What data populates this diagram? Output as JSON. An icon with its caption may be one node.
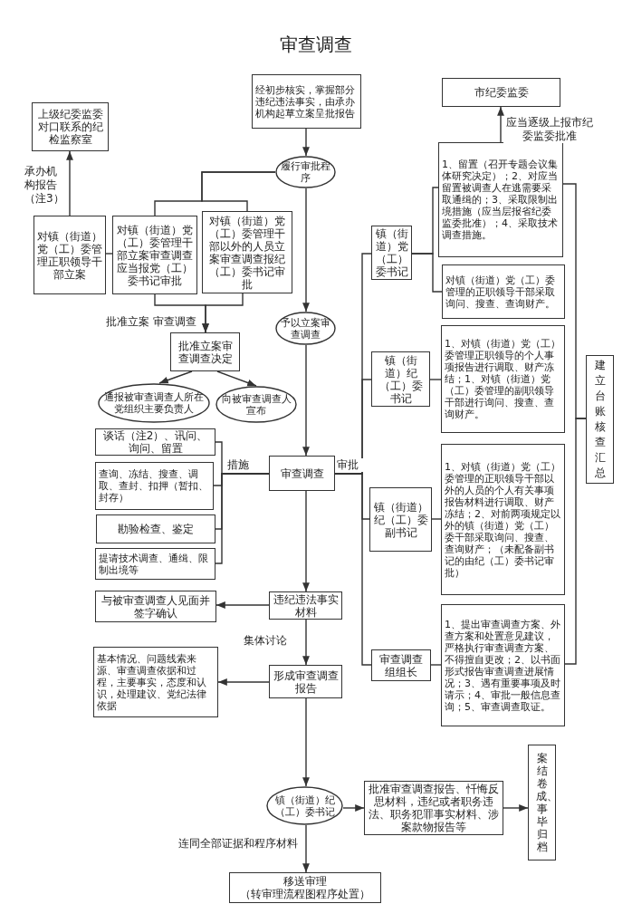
{
  "diagram": {
    "title": "审查调查",
    "nodes": [
      {
        "text": [
          "经初步核实，掌握部分违纪违法事实，由承办机构起草立案呈批报告"
        ]
      },
      {
        "text": [
          "履行审批程序"
        ]
      },
      {
        "text": [
          "上级纪委监委对口联系的纪检监察室"
        ]
      },
      {
        "text": [
          "对镇（街道）党（工）委管理正职领导干部立案"
        ]
      },
      {
        "text": [
          "对镇（街道）党（工）委管理干部立案审查调查应当报党（工）委书记审批"
        ]
      },
      {
        "text": [
          "对镇（街道）党（工）委管理干部以外的人员立案审查调查报纪（工）委书记审批"
        ]
      },
      {
        "text": [
          "批准立案审查调查决定"
        ]
      },
      {
        "text": [
          "予以立案审查调查"
        ]
      },
      {
        "text": [
          "通报被审查调查人所在党组织主要负责人"
        ]
      },
      {
        "text": [
          "向被审查调查人宣布"
        ]
      },
      {
        "text": [
          "谈话（注2）、讯问、询问、留置"
        ]
      },
      {
        "text": [
          "查询、冻结、搜查、调取、查封、扣押（暂扣、封存）"
        ]
      },
      {
        "text": [
          "勘验检查、鉴定"
        ]
      },
      {
        "text": [
          "提请技术调查、通缉、限制出境等"
        ]
      },
      {
        "text": [
          "审查调查"
        ]
      },
      {
        "text": [
          "与被审查调查人见面并签字确认"
        ]
      },
      {
        "text": [
          "违纪违法事实材料"
        ]
      },
      {
        "text": [
          "基本情况、问题线索来源、审查调查依据和过程，主要事实，态度和认识，处理建议、党纪法律依据"
        ]
      },
      {
        "text": [
          "形成审查调查报告"
        ]
      },
      {
        "text": [
          "镇（街道）纪（工）委书记"
        ]
      },
      {
        "text": [
          "批准审查调查报告、忏悔反思材料，违纪或者职务违法、职务犯罪事实材料、涉案款物报告等"
        ]
      },
      {
        "text": [
          "案结卷成、事毕归档"
        ]
      },
      {
        "text": [
          "移送审理",
          "（转审理流程图程序处置）"
        ]
      },
      {
        "text": [
          "市纪委监委"
        ]
      },
      {
        "text": [
          "镇（街道）党（工）委书记"
        ]
      },
      {
        "text": [
          "1、留置（召开专题会议集体研究决定）；2、对应当留置被调查人在逃需要采取通缉的；3、采取限制出境措施（应当层报省纪委监委批准）；4、采取技术调查措施。"
        ]
      },
      {
        "text": [
          "对镇（街道）党（工）委管理的正职领导干部采取询问、搜查、查询财产。"
        ]
      },
      {
        "text": [
          "镇（街道）纪（工）委书记"
        ]
      },
      {
        "text": [
          "1、对镇（街道）党（工）委管理正职领导的个人事项报告进行调取、财产冻结；1、对镇（街道）党（工）委管理的副职领导干部进行询问、搜查、查询财产。"
        ]
      },
      {
        "text": [
          "镇（街道）纪（工）委副书记"
        ]
      },
      {
        "text": [
          "1、对镇（街道）党（工）委管理的正职领导干部以外的人员的个人有关事项报告材料进行调取、财产冻结；2、对前两项规定以外的镇（街道）党（工）委干部采取询问、搜查、查询财产；（未配备副书记的由纪（工）委书记审批）"
        ]
      },
      {
        "text": [
          "审查调查组组长"
        ]
      },
      {
        "text": [
          "1、提出审查调查方案、外查方案和处置意见建议，严格执行审查调查方案、不得擅自更改；2、以书面形式报告审查调查进展情况；3、遇有重要事项及时请示；4、审批一般信息查询；5、审查调查取证。"
        ]
      },
      {
        "text": [
          "建立台账核查汇总"
        ]
      }
    ],
    "edges": [
      {
        "from": 0,
        "to": 1,
        "arrow": "to"
      },
      {
        "from": 1,
        "to": 4,
        "arrow": "none"
      },
      {
        "from": 1,
        "to": 5,
        "arrow": "none"
      },
      {
        "from": 4,
        "to": 6,
        "arrow": "to",
        "label": "批准立案 审查调查"
      },
      {
        "from": 5,
        "to": 6,
        "arrow": "to"
      },
      {
        "from": 3,
        "to": 4,
        "arrow": "none"
      },
      {
        "from": 3,
        "to": 2,
        "arrow": "to",
        "label": "承办机构报告（注3）"
      },
      {
        "from": 1,
        "to": 7,
        "arrow": "to"
      },
      {
        "from": 7,
        "to": 14,
        "arrow": "to"
      },
      {
        "from": 6,
        "to": 8,
        "arrow": "to"
      },
      {
        "from": 6,
        "to": 9,
        "arrow": "to"
      },
      {
        "from": 14,
        "to": 10,
        "arrow": "none",
        "label": "措施"
      },
      {
        "from": 14,
        "to": 11,
        "arrow": "none"
      },
      {
        "from": 14,
        "to": 12,
        "arrow": "none"
      },
      {
        "from": 14,
        "to": 13,
        "arrow": "none"
      },
      {
        "from": 14,
        "to": 24,
        "arrow": "none",
        "label": "审批"
      },
      {
        "from": 14,
        "to": 27,
        "arrow": "none"
      },
      {
        "from": 14,
        "to": 29,
        "arrow": "none"
      },
      {
        "from": 14,
        "to": 31,
        "arrow": "none"
      },
      {
        "from": 24,
        "to": 25,
        "arrow": "none"
      },
      {
        "from": 24,
        "to": 26,
        "arrow": "none"
      },
      {
        "from": 27,
        "to": 28,
        "arrow": "none"
      },
      {
        "from": 29,
        "to": 30,
        "arrow": "none"
      },
      {
        "from": 31,
        "to": 32,
        "arrow": "none"
      },
      {
        "from": 25,
        "to": 23,
        "arrow": "to",
        "label": "应当逐级上报市纪委监委批准"
      },
      {
        "from": 25,
        "to": 33,
        "arrow": "none"
      },
      {
        "from": 32,
        "to": 33,
        "arrow": "none"
      },
      {
        "from": 14,
        "to": 16,
        "arrow": "to"
      },
      {
        "from": 16,
        "to": 15,
        "arrow": "to"
      },
      {
        "from": 16,
        "to": 18,
        "arrow": "to",
        "label": "集体讨论"
      },
      {
        "from": 18,
        "to": 17,
        "arrow": "to"
      },
      {
        "from": 18,
        "to": 19,
        "arrow": "to"
      },
      {
        "from": 19,
        "to": 20,
        "arrow": "to"
      },
      {
        "from": 20,
        "to": 21,
        "arrow": "to"
      },
      {
        "from": 19,
        "to": 22,
        "arrow": "to",
        "label": "连同全部证据和程序材料"
      }
    ]
  }
}
